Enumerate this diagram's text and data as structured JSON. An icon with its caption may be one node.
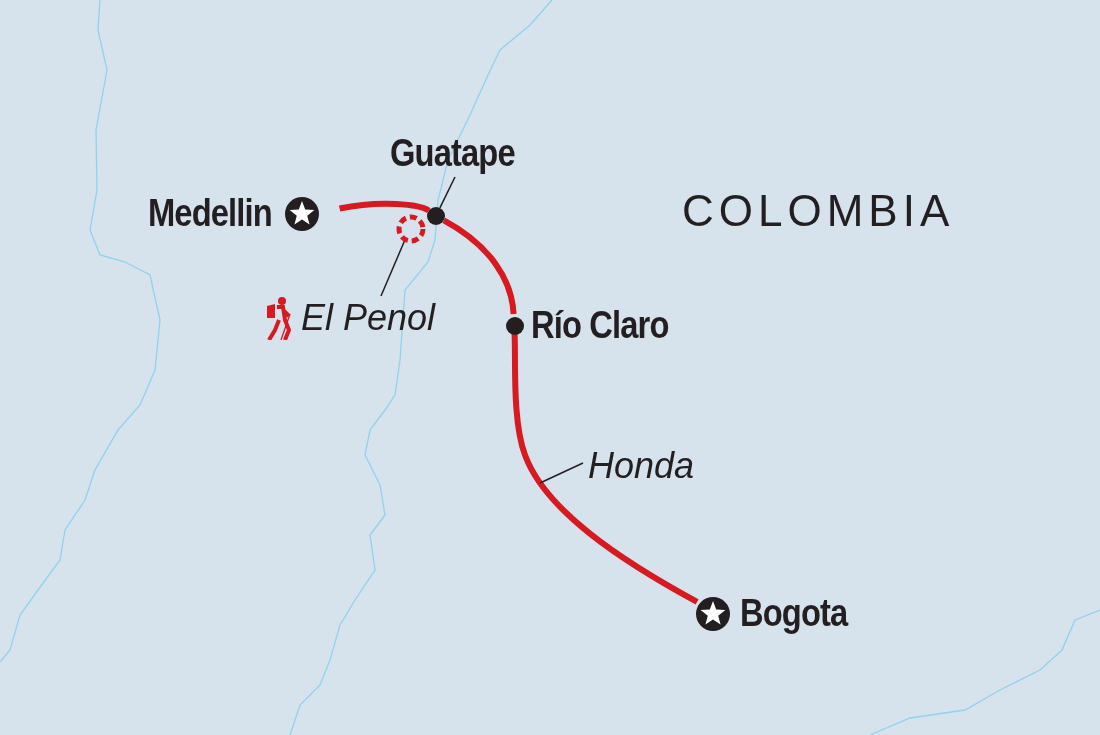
{
  "diagram": {
    "nodes": [
      {
        "text": [
          "Medellin"
        ]
      },
      {
        "text": [
          "Guatape"
        ]
      },
      {
        "text": [],
        "shape": "circle"
      },
      {
        "text": [
          "Río Claro"
        ]
      },
      {
        "text": [
          "Bogota"
        ]
      },
      {
        "text": [],
        "shape": "circle"
      },
      {
        "text": [
          "El Penol"
        ]
      },
      {
        "text": [
          "Honda"
        ]
      }
    ],
    "edges": [
      {
        "from": 0,
        "to": 2,
        "arrow": "none",
        "style": "thick",
        "color": "#d71920"
      },
      {
        "from": 2,
        "to": 3,
        "arrow": "none",
        "style": "thick",
        "color": "#d71920"
      },
      {
        "from": 3,
        "to": 4,
        "arrow": "none",
        "style": "thick",
        "color": "#d71920"
      },
      {
        "from": 1,
        "to": 2,
        "arrow": "none",
        "color": "#231f20"
      },
      {
        "from": 6,
        "to": 5,
        "arrow": "none",
        "color": "#231f20"
      },
      {
        "from": 7,
        "to": null,
        "arrow": "none",
        "color": "#231f20"
      }
    ],
    "labels": [
      "COLOMBIA"
    ]
  }
}
